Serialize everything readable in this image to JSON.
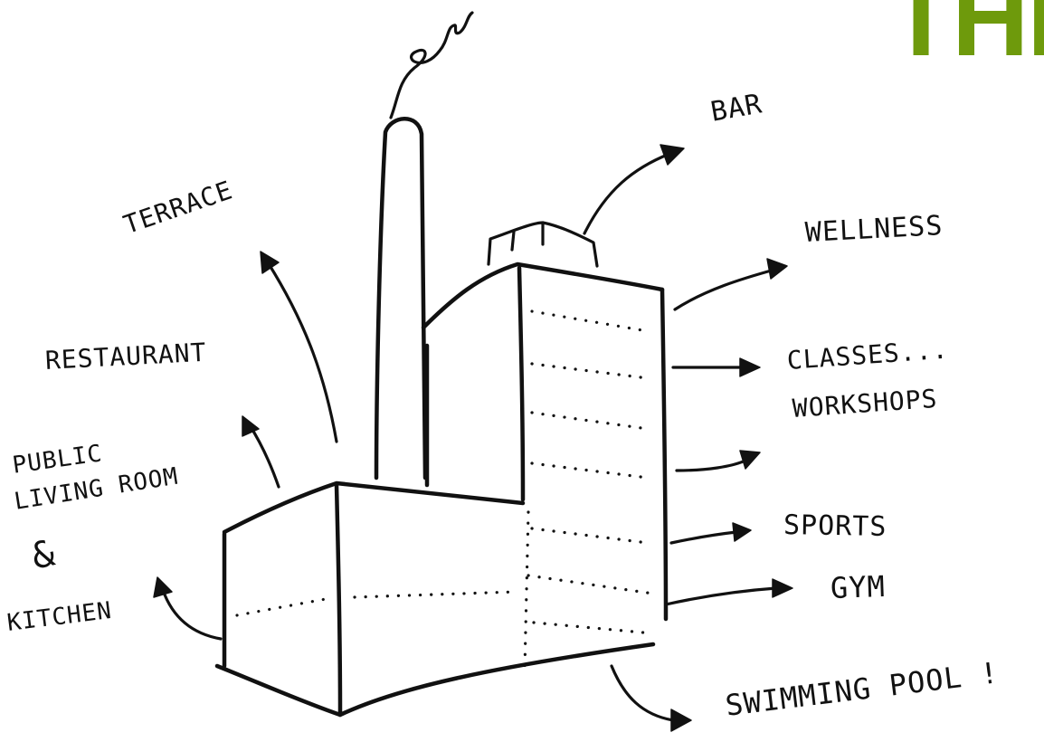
{
  "heading": {
    "text": "THI",
    "color": "#6e9a0c"
  },
  "labels": {
    "bar": "BAR",
    "terrace": "TERRACE",
    "wellness": "WELLNESS",
    "restaurant": "RESTAURANT",
    "classes": "CLASSES...",
    "workshops": "WORKSHOPS",
    "public": "PUBLIC",
    "living_room": "LIVING ROOM",
    "ampersand": "&",
    "kitchen": "KITCHEN",
    "sports": "SPORTS",
    "gym": "GYM",
    "swimming_pool": "SWIMMING POOL !"
  },
  "colors": {
    "ink": "#111111",
    "paper": "#ffffff",
    "accent": "#6e9a0c"
  }
}
